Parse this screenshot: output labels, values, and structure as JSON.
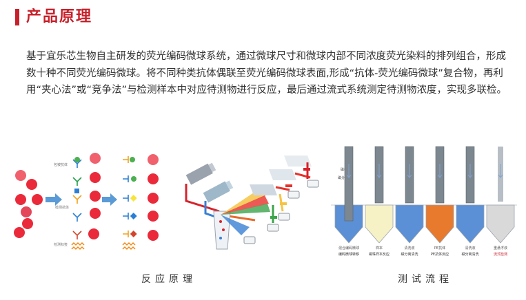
{
  "header": {
    "title": "产品原理"
  },
  "intro": {
    "text": "基于宜乐芯生物自主研发的荧光编码微球系统，通过微球尺寸和微球内部不同浓度荧光染料的排列组合，形成数十种不同荧光编码微球。将不同种类抗体偶联至荧光编码微球表面,形成“抗体-荧光编码微球”复合物，再利用“夹心法”或“竞争法”与检测样本中对应待测物进行反应，最后通过流式系统测定待测物浓度，实现多联检。"
  },
  "figure1": {
    "labels": {
      "capture_ab": "包被抗体",
      "detect_ab": "检测抗体",
      "detect_label": "检测标签"
    }
  },
  "figure3": {
    "top_labels": {
      "magnet": "磁棒",
      "bead": "磁分离套"
    },
    "steps": [
      {
        "top": "混合编码微球",
        "bottom": "编码微球转移",
        "color": "#5b8fd6"
      },
      {
        "top": "样本",
        "bottom": "磁珠样本反应",
        "color": "#f7f1c6"
      },
      {
        "top": "清洗液",
        "bottom": "磁分离清洗",
        "color": "#5b8fd6"
      },
      {
        "top": "PE抗体",
        "bottom": "PE抗体反应",
        "color": "#e87a2e"
      },
      {
        "top": "清洗液",
        "bottom": "磁分离清洗",
        "color": "#5b8fd6"
      },
      {
        "top": "重悬浮液",
        "bottom": "流式检测",
        "color": "#d9d9d9"
      }
    ]
  },
  "captions": {
    "left": "反应原理",
    "right": "测试流程"
  }
}
